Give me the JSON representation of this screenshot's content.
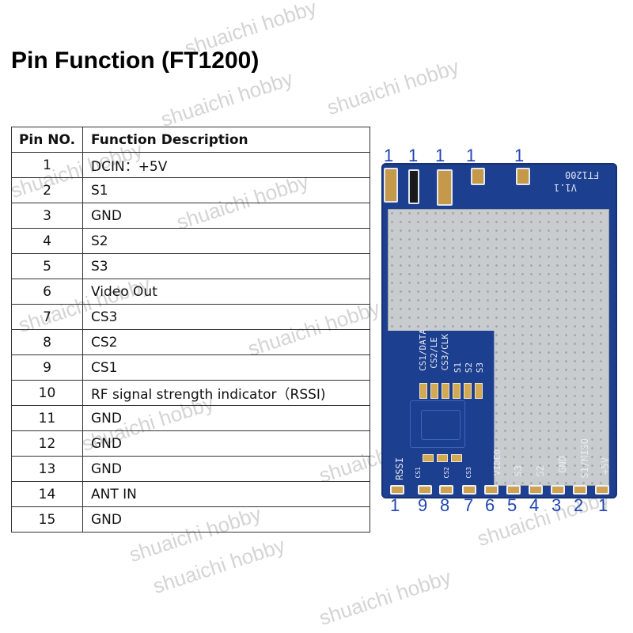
{
  "title": "Pin Function (FT1200)",
  "table": {
    "headers": [
      "Pin NO.",
      "Function Description"
    ],
    "rows": [
      {
        "no": "1",
        "fn": "DCIN：+5V"
      },
      {
        "no": "2",
        "fn": "S1"
      },
      {
        "no": "3",
        "fn": "GND"
      },
      {
        "no": "4",
        "fn": "S2"
      },
      {
        "no": "5",
        "fn": "S3"
      },
      {
        "no": "6",
        "fn": "Video Out"
      },
      {
        "no": "7",
        "fn": "CS3"
      },
      {
        "no": "8",
        "fn": "CS2"
      },
      {
        "no": "9",
        "fn": "CS1"
      },
      {
        "no": "10",
        "fn": "RF signal strength indicator（RSSI)"
      },
      {
        "no": "11",
        "fn": "GND"
      },
      {
        "no": "12",
        "fn": "GND"
      },
      {
        "no": "13",
        "fn": "GND"
      },
      {
        "no": "14",
        "fn": "ANT IN"
      },
      {
        "no": "15",
        "fn": "GND"
      }
    ]
  },
  "module": {
    "model_label": "FT1200",
    "version_label": "V1.1",
    "top_markers": [
      "1",
      "1",
      "1",
      "1",
      "1"
    ],
    "bottom_markers": [
      "1",
      "9",
      "8",
      "7",
      "6",
      "5",
      "4",
      "3",
      "2",
      "1"
    ],
    "board_labels_top": [
      "CS1/DATA",
      "CS2/LE",
      "CS3/CLK",
      "S1",
      "S2",
      "S3"
    ],
    "board_labels_bottom": [
      "RSSI",
      "VIDEO",
      "S3",
      "S2",
      "GND",
      "S1/MISO",
      "+5V"
    ],
    "board_labels_small": [
      "CS1",
      "CS2",
      "CS3"
    ],
    "watermark": "shuaichi hobby",
    "pin_marker_color": "#2146b0",
    "pcb_color": "#1d3f8f",
    "shield_color": "#c9cccf"
  }
}
